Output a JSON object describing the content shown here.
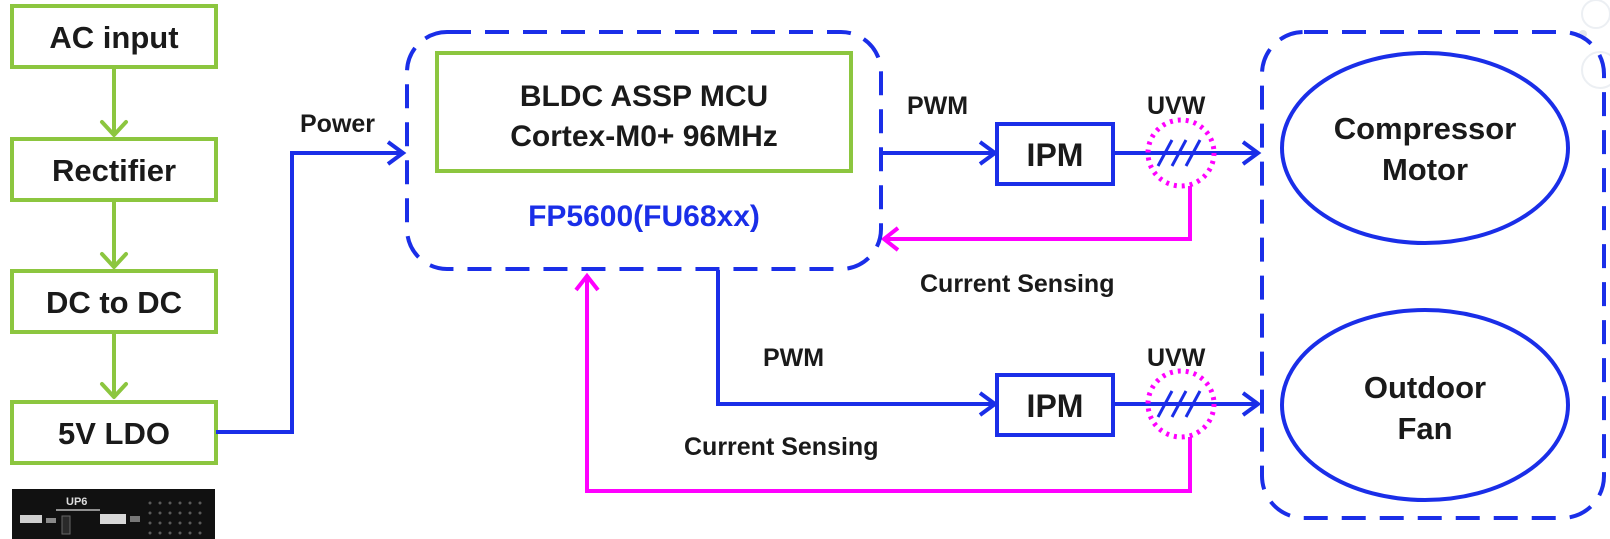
{
  "power_chain": {
    "ac_input": "AC input",
    "rectifier": "Rectifier",
    "dc_to_dc": "DC to DC",
    "ldo": "5V LDO"
  },
  "labels": {
    "power": "Power",
    "pwm_top": "PWM",
    "pwm_bottom": "PWM",
    "uvw_top": "UVW",
    "uvw_bottom": "UVW",
    "current_sensing_top": "Current Sensing",
    "current_sensing_bottom": "Current Sensing"
  },
  "controller": {
    "mcu_line1": "BLDC ASSP MCU",
    "mcu_line2": "Cortex-M0+ 96MHz",
    "model": "FP5600(FU68xx)"
  },
  "ipm": {
    "top": "IPM",
    "bottom": "IPM"
  },
  "loads": {
    "compressor_line1": "Compressor",
    "compressor_line2": "Motor",
    "fan_line1": "Outdoor",
    "fan_line2": "Fan"
  },
  "board_photo": {
    "silkscreen": "UP6"
  },
  "colors": {
    "power_box_border": "#8cc63f",
    "signal_blue": "#1a2ee8",
    "sensing_magenta": "#ff00ff"
  }
}
